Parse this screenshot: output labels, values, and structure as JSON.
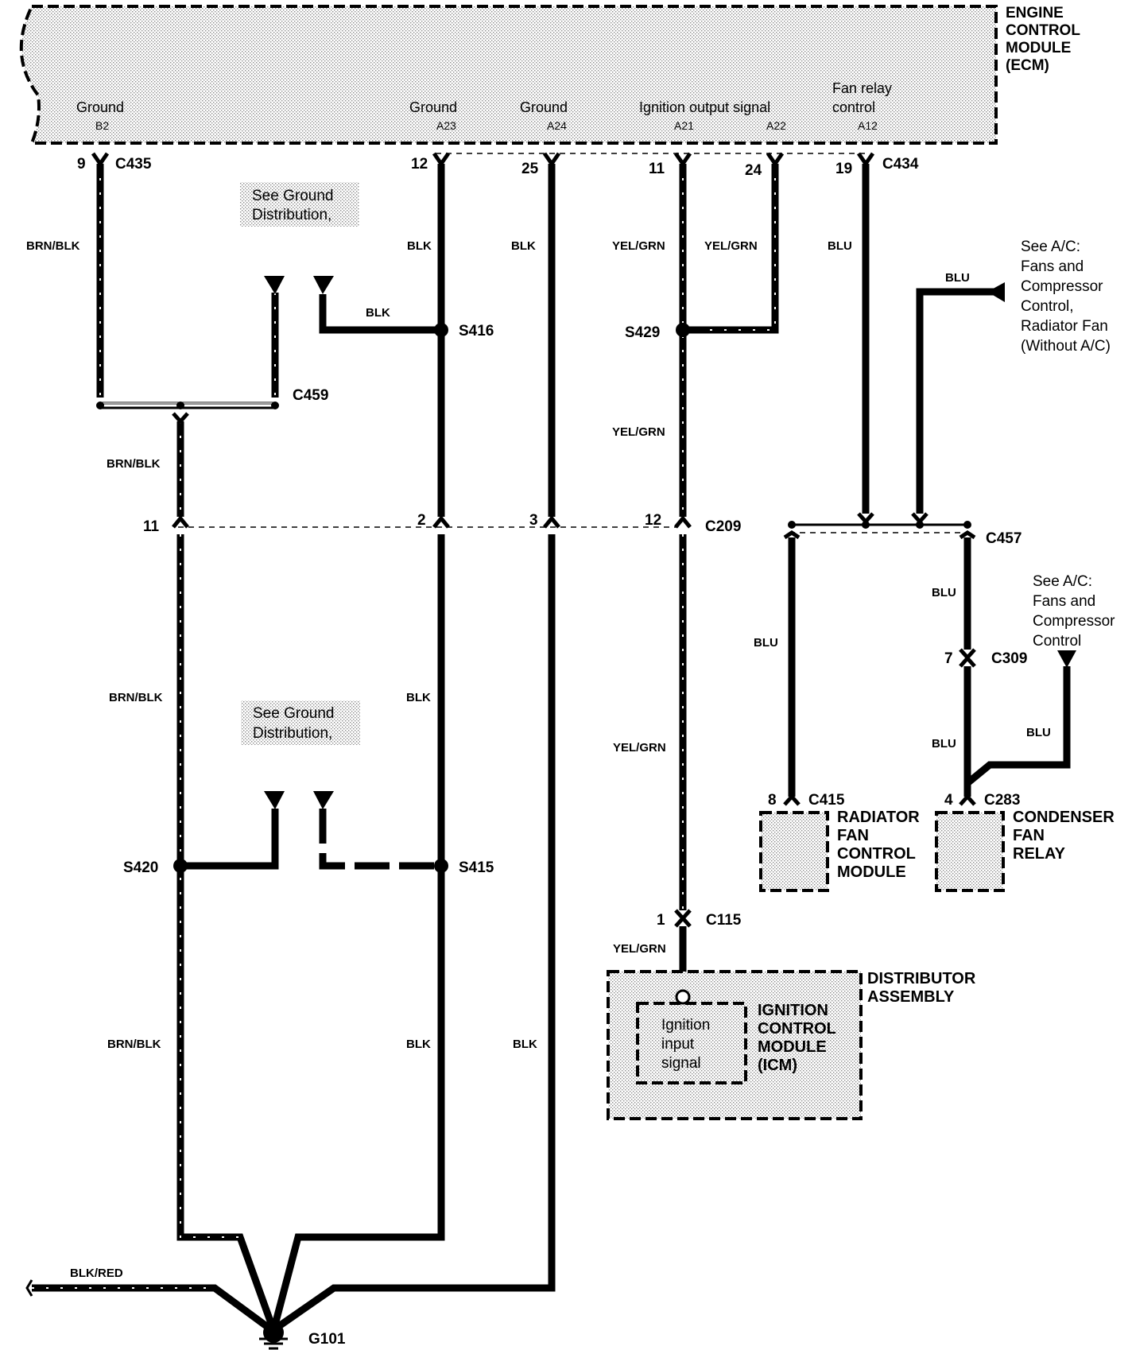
{
  "ecm": {
    "title": [
      "ENGINE",
      "CONTROL",
      "MODULE",
      "(ECM)"
    ],
    "pins": [
      {
        "name": "Ground",
        "pin": "B2"
      },
      {
        "name": "Ground",
        "pin": "A23"
      },
      {
        "name": "Ground",
        "pin": "A24"
      },
      {
        "name": "Ignition output signal",
        "pin": "A21"
      },
      {
        "name": "",
        "pin": "A22"
      },
      {
        "name": "Fan relay control",
        "pin": "A12"
      }
    ],
    "fan_relay_lines": [
      "Fan relay",
      "control"
    ]
  },
  "connectors": {
    "C435": "C435",
    "C434": "C434",
    "C459": "C459",
    "C209": "C209",
    "C457": "C457",
    "C309": "C309",
    "C415": "C415",
    "C283": "C283",
    "C115": "C115"
  },
  "pin_numbers": {
    "c435_pin": "9",
    "a23_pin": "12",
    "a24_pin": "25",
    "a21_pin": "11",
    "a22_pin": "24",
    "c434_pin": "19",
    "c209_11": "11",
    "c209_2": "2",
    "c209_3": "3",
    "c209_12": "12",
    "c309_pin": "7",
    "c415_pin": "8",
    "c283_pin": "4",
    "c115_pin": "1"
  },
  "splices": {
    "S416": "S416",
    "S429": "S429",
    "S420": "S420",
    "S415": "S415"
  },
  "ground": "G101",
  "wire_colors": {
    "brn_blk": "BRN/BLK",
    "blk": "BLK",
    "yel_grn": "YEL/GRN",
    "blu": "BLU",
    "blk_red": "BLK/RED"
  },
  "notes": {
    "ground_dist": [
      "See Ground",
      "Distribution,"
    ],
    "ac_fans_radiator": [
      "See A/C:",
      "Fans and",
      "Compressor",
      "Control,",
      "Radiator Fan",
      "(Without A/C)"
    ],
    "ac_fans": [
      "See A/C:",
      "Fans and",
      "Compressor",
      "Control"
    ]
  },
  "components": {
    "radiator_fan": [
      "RADIATOR",
      "FAN",
      "CONTROL",
      "MODULE"
    ],
    "condenser_fan": [
      "CONDENSER",
      "FAN",
      "RELAY"
    ],
    "distributor": [
      "DISTRIBUTOR",
      "ASSEMBLY"
    ],
    "icm": [
      "IGNITION",
      "CONTROL",
      "MODULE",
      "(ICM)"
    ],
    "icm_input": [
      "Ignition",
      "input",
      "signal"
    ]
  }
}
